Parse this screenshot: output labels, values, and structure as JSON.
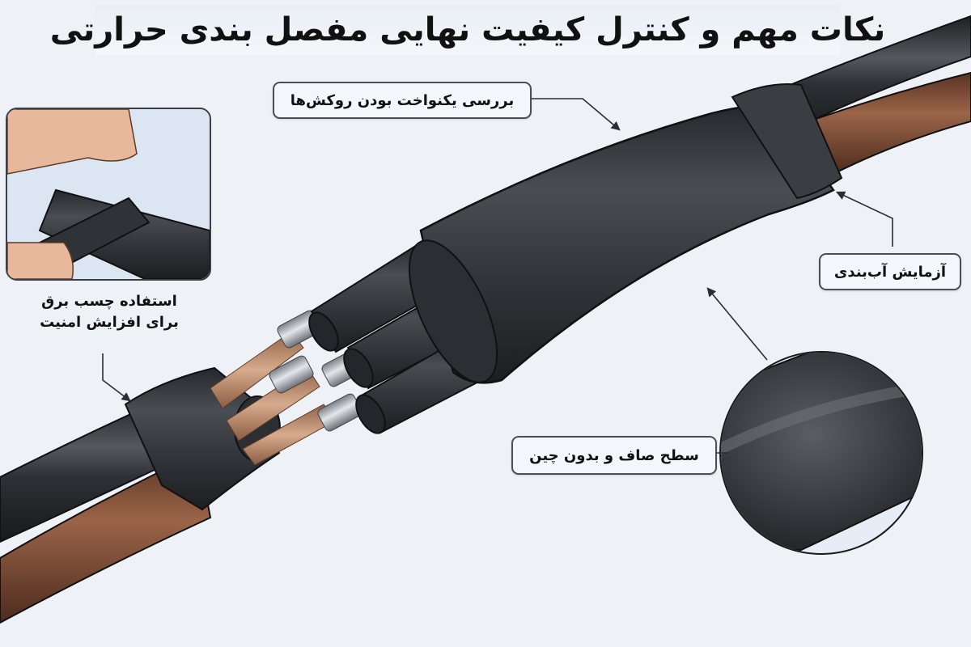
{
  "title": "نکات مهم و کنترل کیفیت نهایی مفصل بندی حرارتی",
  "callouts": {
    "uniform_sleeves": {
      "label": "بررسی یکنواخت بودن روکش‌ها"
    },
    "waterproof_test": {
      "label": "آزمایش آب‌بندی"
    },
    "tape_safety": {
      "line1": "استفاده چسب برق",
      "line2": "برای افزایش امنیت"
    },
    "smooth_surface": {
      "label": "سطح صاف و بدون چین"
    }
  },
  "illustration": {
    "subject": "heat-shrink cable joint",
    "inset": "hands wrapping electrical tape on cable",
    "magnifier": "smooth wrinkle-free sleeve surface"
  },
  "colors": {
    "background": "#eef2f7",
    "sleeve_black": "#2f3236",
    "cable_brown": "#7a4a33",
    "copper": "#c89a7c",
    "label_border": "#4a4f57"
  }
}
